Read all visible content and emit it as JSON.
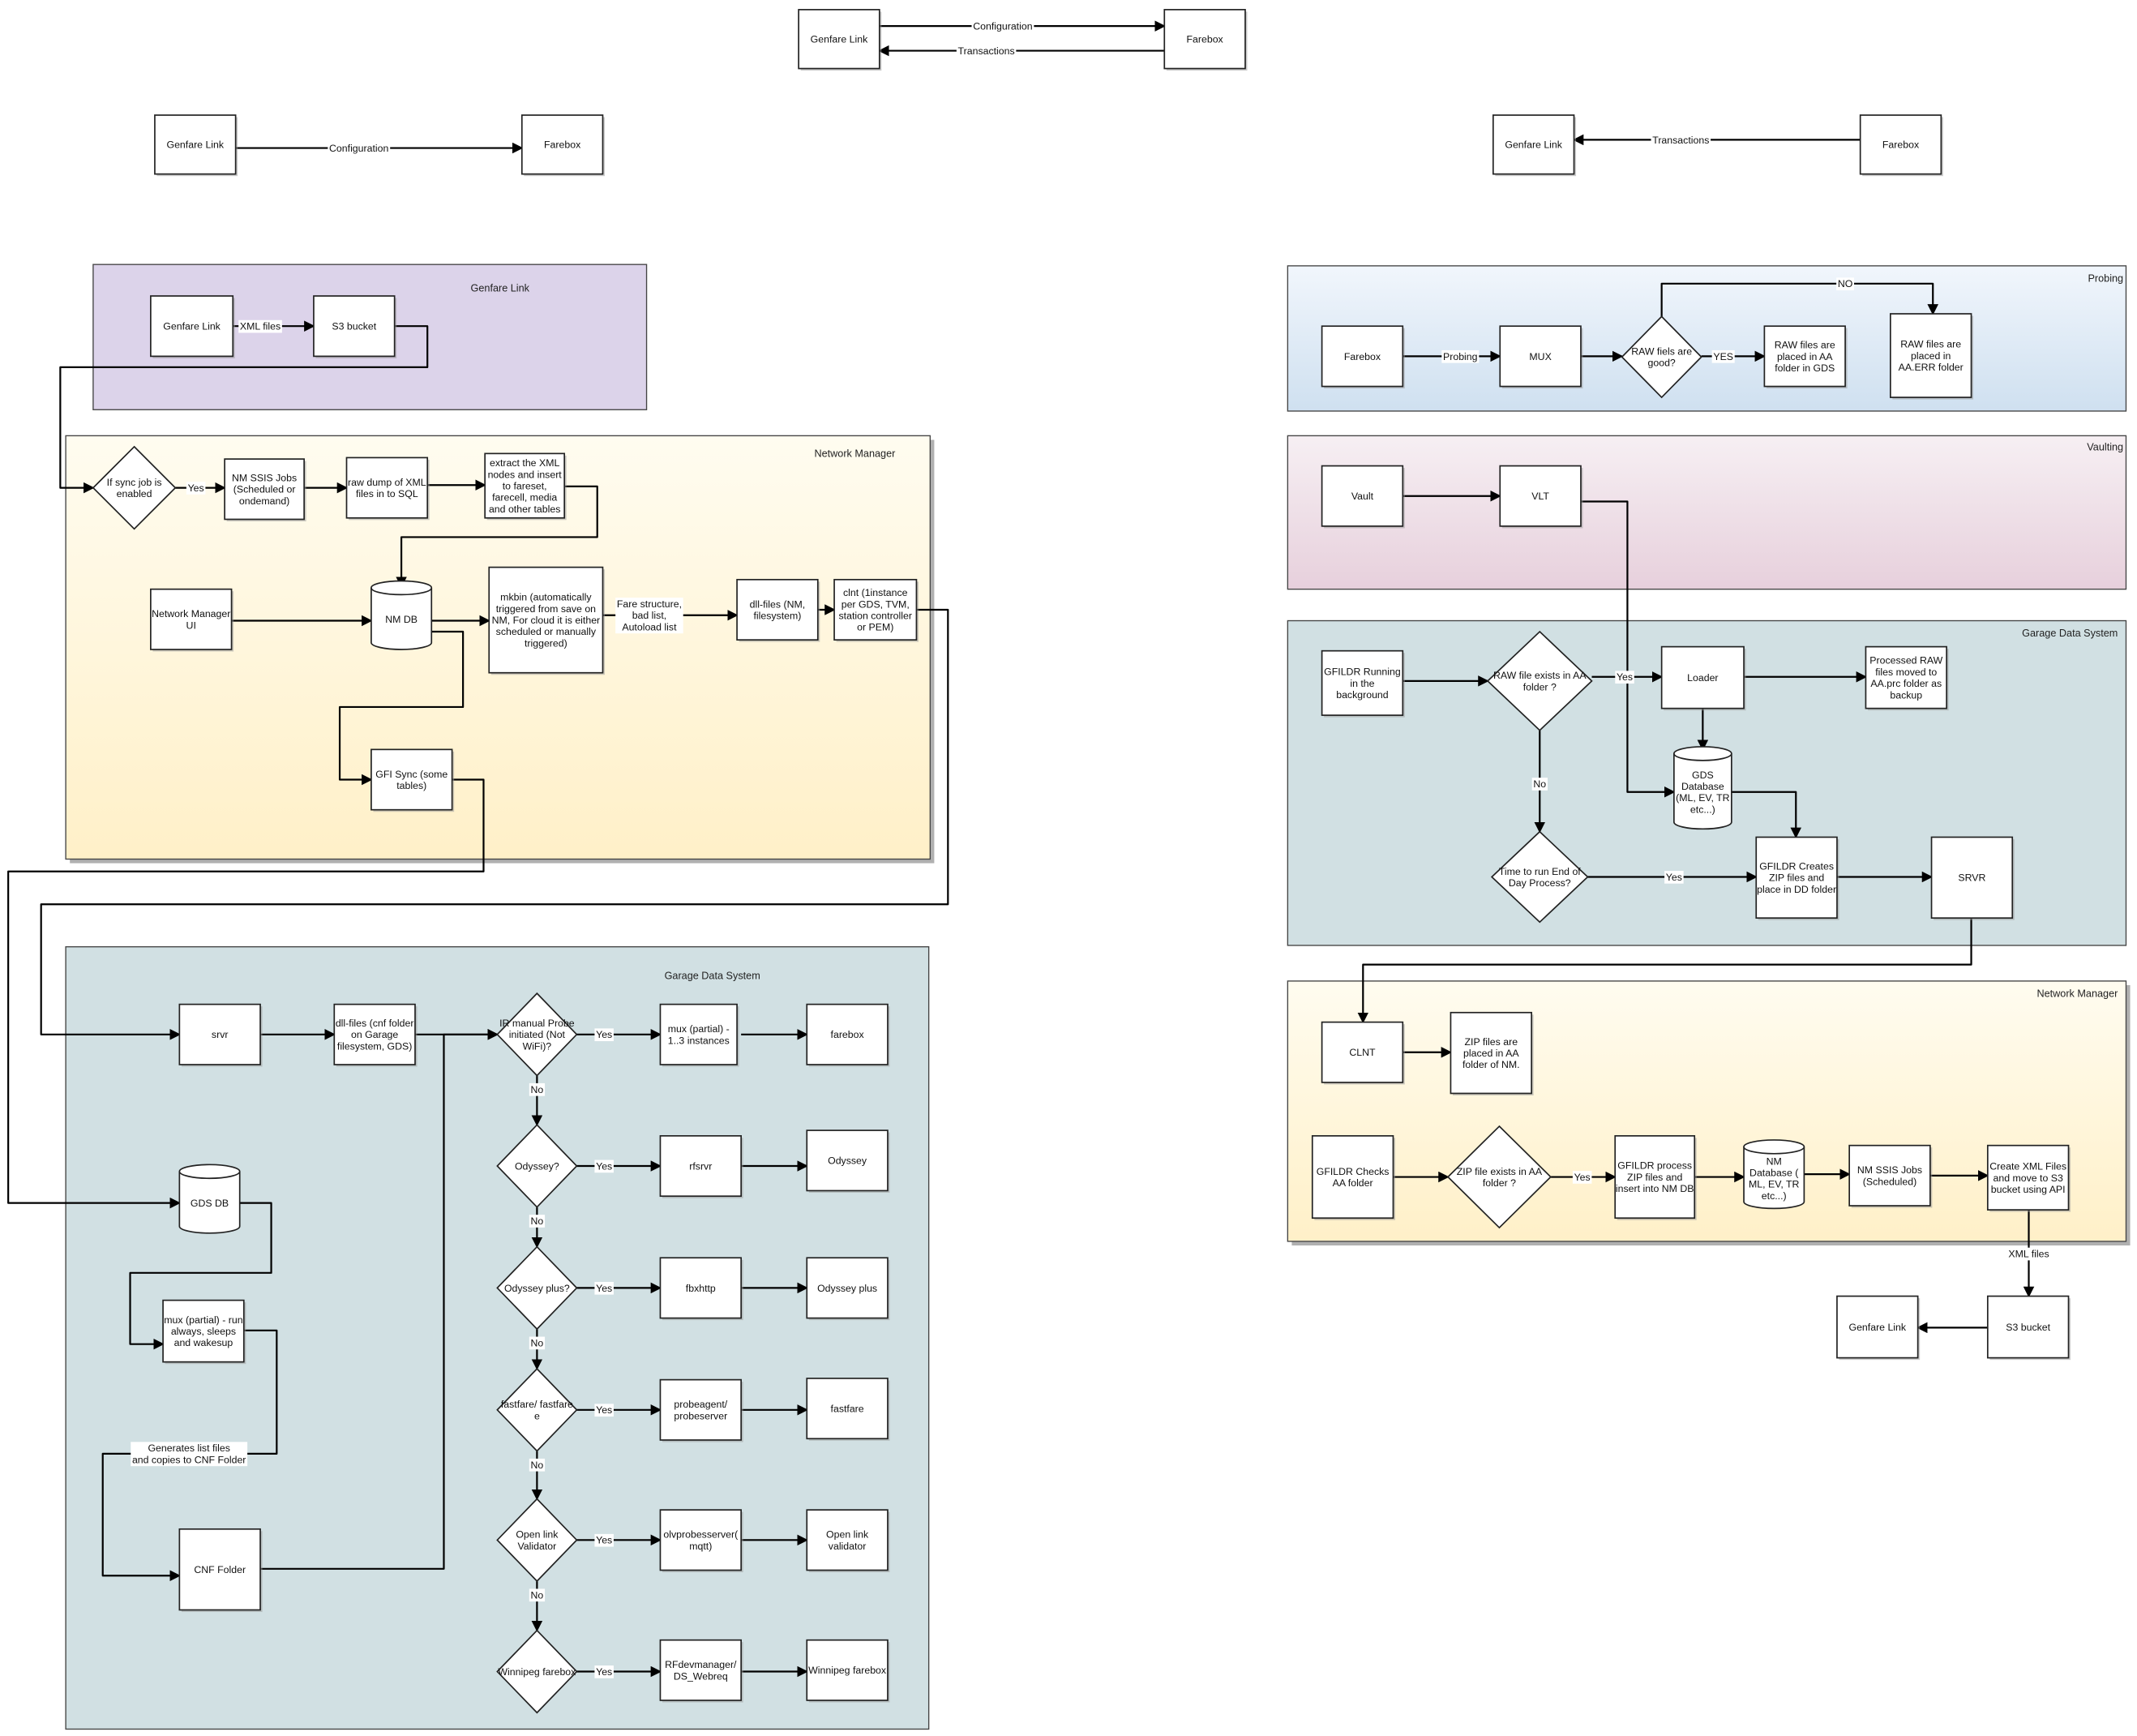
{
  "colors": {
    "genfare_link_container": "#dcd3ea",
    "network_manager_top": "#fffcf0",
    "network_manager_bottom": "#fff0c8",
    "garage_data_system": "#d1e0e3",
    "probing_top": "#f1f6fc",
    "probing_bottom": "#cfe0f0",
    "vaulting_top": "#f6eff3",
    "vaulting_bottom": "#e7d0dc",
    "node_fill": "#ffffff",
    "line": "#000000"
  },
  "containers": {
    "gl": "Genfare Link",
    "nm": "Network Manager",
    "gds": "Garage Data System",
    "probing": "Probing",
    "vaulting": "Vaulting",
    "gds2": "Garage Data System",
    "nm2": "Network Manager"
  },
  "nodes": {
    "t_gl": [
      "Genfare Link"
    ],
    "t_fb": [
      "Farebox"
    ],
    "a_gl": [
      "Genfare Link"
    ],
    "a_fb": [
      "Farebox"
    ],
    "b_gl": [
      "Genfare Link"
    ],
    "b_fb": [
      "Farebox"
    ],
    "p_gl": [
      "Genfare Link"
    ],
    "p_s3": [
      "S3 bucket"
    ],
    "n_sync": [
      "If sync job is",
      "enabled"
    ],
    "n_ssis": [
      "NM SSIS Jobs",
      "(Scheduled or",
      "ondemand)"
    ],
    "n_raw": [
      "raw dump of XML",
      "files in to SQL"
    ],
    "n_ext": [
      "extract the XML",
      "nodes and insert",
      "to fareset,",
      "farecell, media",
      "and other tables"
    ],
    "n_ui": [
      "Network Manager",
      "UI"
    ],
    "n_db": [
      "NM DB"
    ],
    "n_mkbin": [
      "mkbin (automatically",
      "triggered from save on",
      "NM, For cloud it is either",
      "scheduled or manually",
      "triggered)"
    ],
    "n_dll": [
      "dll-files (NM,",
      "filesystem)"
    ],
    "n_clnt": [
      "clnt (1instance",
      "per GDS, TVM,",
      "station controller",
      "or PEM)"
    ],
    "n_gfi": [
      "GFI Sync (some",
      "tables)"
    ],
    "g_srvr": [
      "srvr"
    ],
    "g_dll": [
      "dll-files (cnf folder",
      "on Garage",
      "filesystem, GDS)"
    ],
    "g_d1": [
      "IR manual Probe",
      "initiated (Not",
      "WiFi)?"
    ],
    "g_mux": [
      "mux (partial) -",
      "1..3 instances"
    ],
    "g_fb": [
      "farebox"
    ],
    "g_d2": [
      "Odyssey?"
    ],
    "g_rf": [
      "rfsrvr"
    ],
    "g_ody": [
      "Odyssey"
    ],
    "g_d3": [
      "Odyssey plus?"
    ],
    "g_fbx": [
      "fbxhttp"
    ],
    "g_odyp": [
      "Odyssey plus"
    ],
    "g_d4": [
      "fastfare/ fastfare",
      "e"
    ],
    "g_probe": [
      "probeagent/",
      "probeserver"
    ],
    "g_ff": [
      "fastfare"
    ],
    "g_d5": [
      "Open link",
      "Validator"
    ],
    "g_olv": [
      "olvprobesserver(",
      "mqtt)"
    ],
    "g_olvv": [
      "Open link",
      "validator"
    ],
    "g_d6": [
      "Winnipeg farebox"
    ],
    "g_rfd": [
      "RFdevmanager/",
      "DS_Webreq"
    ],
    "g_wf": [
      "Winnipeg farebox"
    ],
    "g_gdsdb": [
      "GDS DB"
    ],
    "g_muxr": [
      "mux (partial) - run",
      "always, sleeps",
      "and wakesup"
    ],
    "g_cnf": [
      "CNF Folder"
    ],
    "r_fb": [
      "Farebox"
    ],
    "r_mux": [
      "MUX"
    ],
    "r_d": [
      "RAW fiels are",
      "good?"
    ],
    "r_aa": [
      "RAW files are",
      "placed in AA",
      "folder in GDS"
    ],
    "r_err": [
      "RAW files are",
      "placed in",
      "AA.ERR folder"
    ],
    "v_vault": [
      "Vault"
    ],
    "v_vlt": [
      "VLT"
    ],
    "s_run": [
      "GFILDR Running",
      "in the",
      "background"
    ],
    "s_d1": [
      "RAW file exists in AA",
      "folder ?"
    ],
    "s_loader": [
      "Loader"
    ],
    "s_proc": [
      "Processed RAW",
      "files moved to",
      "AA.prc folder as",
      "backup"
    ],
    "s_db": [
      "GDS",
      "Database",
      "(ML, EV, TR",
      "etc...)"
    ],
    "s_d2": [
      "Time to run End of",
      "Day Process?"
    ],
    "s_zip": [
      "GFILDR Creates",
      "ZIP files and",
      "place in DD folder"
    ],
    "s_srvr": [
      "SRVR"
    ],
    "m_clnt": [
      "CLNT"
    ],
    "m_zip": [
      "ZIP files are",
      "placed in AA",
      "folder of NM."
    ],
    "m_chk": [
      "GFILDR Checks",
      "AA folder"
    ],
    "m_d": [
      "ZIP file exists in AA",
      "folder ?"
    ],
    "m_proc": [
      "GFILDR process",
      "ZIP files and",
      "insert into NM DB"
    ],
    "m_db": [
      "NM",
      "Database (",
      "ML, EV, TR",
      "etc...)"
    ],
    "m_ssis": [
      "NM SSIS Jobs",
      "(Scheduled)"
    ],
    "m_xml": [
      "Create XML Files",
      "and move to S3",
      "bucket using API"
    ],
    "m_s3": [
      "S3 bucket"
    ],
    "m_gl": [
      "Genfare Link"
    ]
  },
  "edge_labels": {
    "cfg1": [
      "Configuration"
    ],
    "tx1": [
      "Transactions"
    ],
    "cfg2": [
      "Configuration"
    ],
    "tx2": [
      "Transactions"
    ],
    "xml1": [
      "XML files"
    ],
    "yes_n": [
      "Yes"
    ],
    "fare": [
      "Fare structure,",
      "bad list,",
      "Autoload list"
    ],
    "yes_g1": [
      "Yes"
    ],
    "yes_g2": [
      "Yes"
    ],
    "yes_g3": [
      "Yes"
    ],
    "yes_g4": [
      "Yes"
    ],
    "yes_g5": [
      "Yes"
    ],
    "yes_g6": [
      "Yes"
    ],
    "no_g1": [
      "No"
    ],
    "no_g2": [
      "No"
    ],
    "no_g3": [
      "No"
    ],
    "no_g4": [
      "No"
    ],
    "no_g5": [
      "No"
    ],
    "gen": [
      "Generates list files",
      "and copies to CNF Folder"
    ],
    "probing": [
      "Probing"
    ],
    "yes_r": [
      "YES"
    ],
    "no_r": [
      "NO"
    ],
    "yes_s1": [
      "Yes"
    ],
    "no_s": [
      "No"
    ],
    "yes_s2": [
      "Yes"
    ],
    "yes_m": [
      "Yes"
    ],
    "xml2": [
      "XML files"
    ]
  }
}
